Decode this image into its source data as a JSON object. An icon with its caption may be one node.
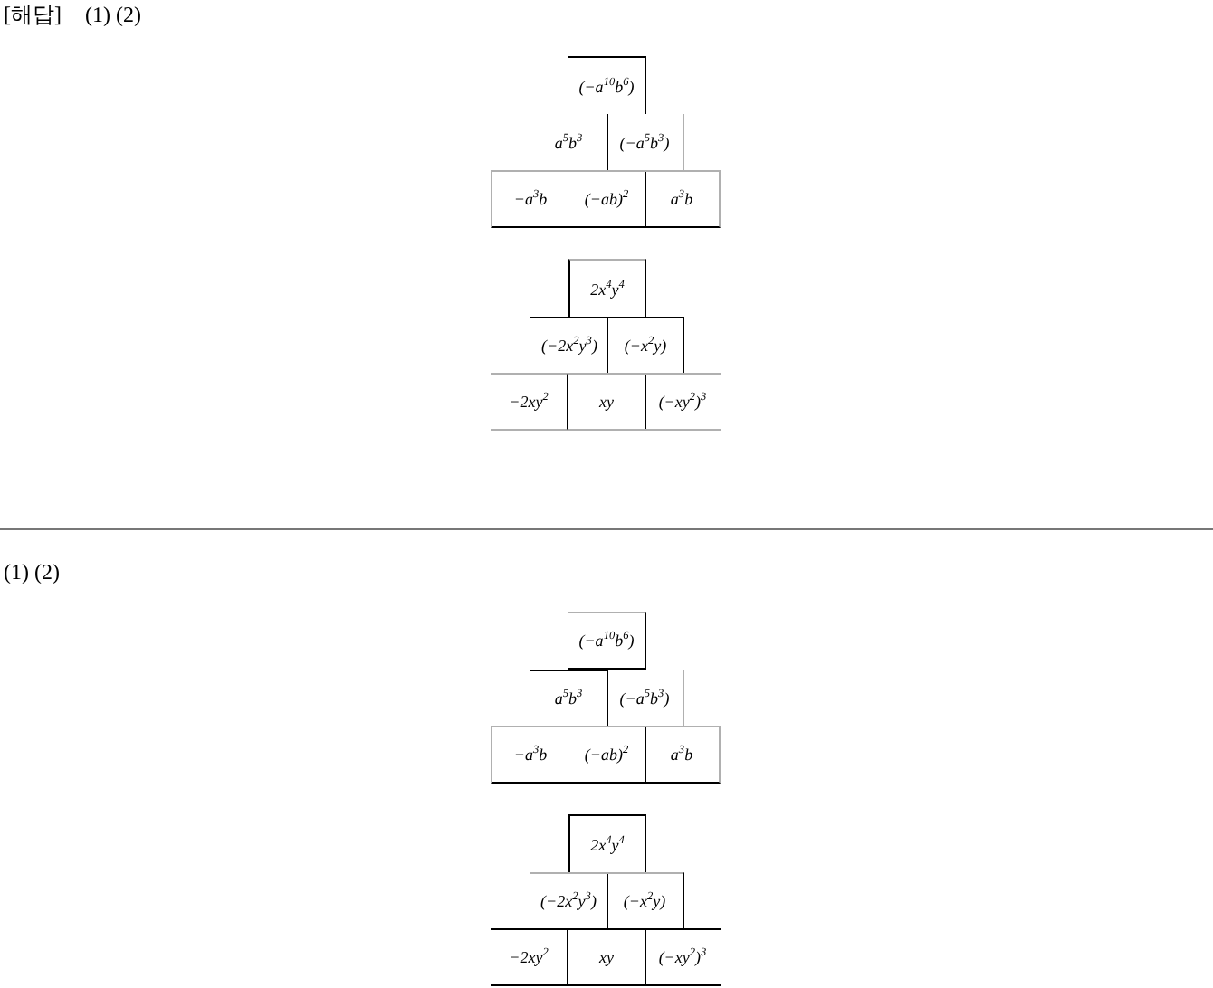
{
  "diagram": {
    "nodes": [
      {
        "text": [
          "(−a$^{10}$b$^{6}$)"
        ]
      },
      {
        "text": [
          "a$^{5}$b$^{3}$"
        ]
      },
      {
        "text": [
          "(−a$^{5}$b$^{3}$)"
        ]
      },
      {
        "text": [
          "−a$^{3}$b"
        ]
      },
      {
        "text": [
          "(−ab)$^{2}$"
        ]
      },
      {
        "text": [
          "a$^{3}$b"
        ]
      },
      {
        "text": [
          "2x$^{4}$y$^{4}$"
        ]
      },
      {
        "text": [
          "(−2x$^{2}$y$^{3}$)"
        ]
      },
      {
        "text": [
          "(−x$^{2}$y)"
        ]
      },
      {
        "text": [
          "−2xy$^{2}$"
        ]
      },
      {
        "text": [
          "xy"
        ]
      },
      {
        "text": [
          "(−xy$^{2}$)$^{3}$"
        ]
      },
      {
        "text": [
          "(−a$^{10}$b$^{6}$)"
        ]
      },
      {
        "text": [
          "a$^{5}$b$^{3}$"
        ]
      },
      {
        "text": [
          "(−a$^{5}$b$^{3}$)"
        ]
      },
      {
        "text": [
          "−a$^{3}$b"
        ]
      },
      {
        "text": [
          "(−ab)$^{2}$"
        ]
      },
      {
        "text": [
          "a$^{3}$b"
        ]
      },
      {
        "text": [
          "2x$^{4}$y$^{4}$"
        ]
      },
      {
        "text": [
          "(−2x$^{2}$y$^{3}$)"
        ]
      },
      {
        "text": [
          "(−x$^{2}$y)"
        ]
      },
      {
        "text": [
          "−2xy$^{2}$"
        ]
      },
      {
        "text": [
          "xy"
        ]
      },
      {
        "text": [
          "(−xy$^{2}$)$^{3}$"
        ]
      }
    ],
    "labels": [
      "[해답]",
      "(1) (2)",
      "(1) (2)"
    ]
  }
}
